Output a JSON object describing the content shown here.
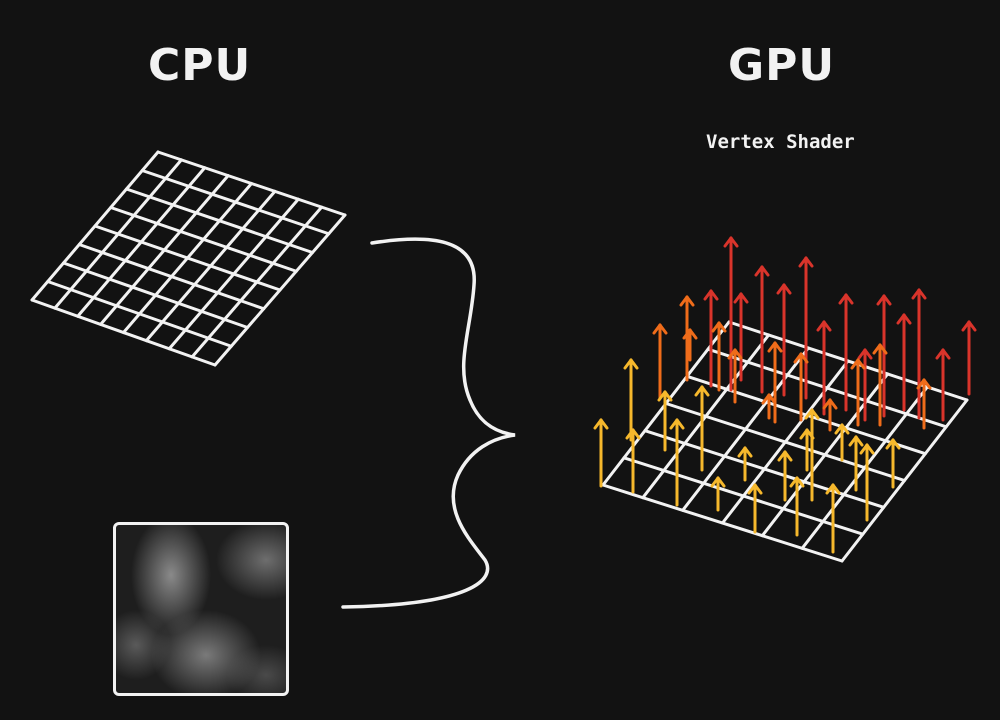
{
  "titles": {
    "cpu": "CPU",
    "gpu": "GPU",
    "vertex_shader": "Vertex Shader"
  },
  "colors": {
    "background": "#121212",
    "lines": "#f2f2f2",
    "arrow_red": "#d9342b",
    "arrow_orange": "#ef6c1a",
    "arrow_yellow": "#f6b82c"
  },
  "icons": {
    "cpu_grid": "flat-mesh-grid-icon",
    "heightmap": "noise-heightmap-texture",
    "brace": "curly-brace-icon",
    "gpu_grid": "displaced-mesh-grid-icon",
    "arrows": "vertex-displacement-arrows"
  }
}
